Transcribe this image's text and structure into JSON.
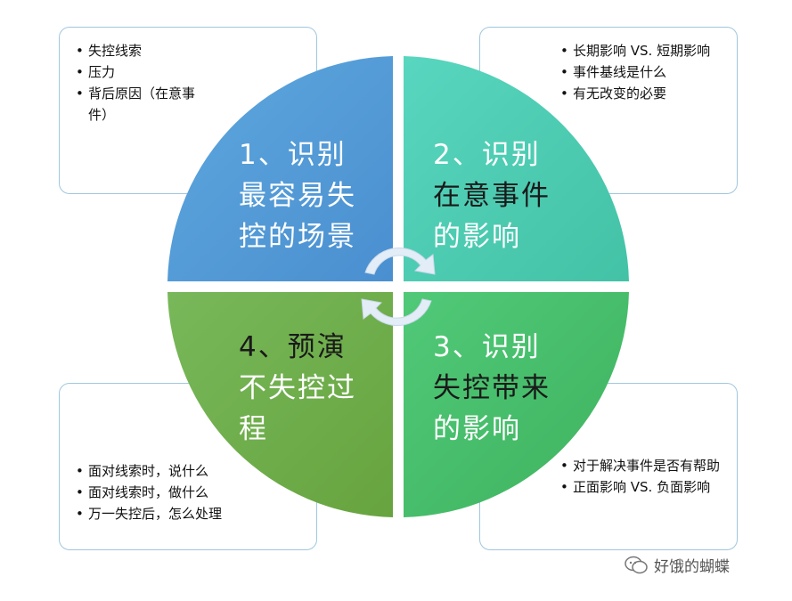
{
  "boxes": {
    "top_left": [
      "失控线索",
      "压力",
      "背后原因（在意事件）"
    ],
    "top_right": [
      "长期影响 VS. 短期影响",
      "事件基线是什么",
      "有无改变的必要"
    ],
    "bottom_left": [
      "面对线索时，说什么",
      "面对线索时，做什么",
      "万一失控后，怎么处理"
    ],
    "bottom_right": [
      "对于解决事件是否有帮助",
      "正面影响 VS. 负面影响"
    ]
  },
  "quadrants": {
    "q1": {
      "lines": [
        "1、识别",
        "最容易失",
        "控的场景"
      ],
      "color": "#5b9bd5"
    },
    "q2": {
      "lines": [
        "2、识别",
        "在意事件",
        "的影响"
      ],
      "color": "#4ec9b0"
    },
    "q3": {
      "lines": [
        "3、识别",
        "失控带来",
        "的影响"
      ],
      "color": "#47bf6a"
    },
    "q4": {
      "lines": [
        "4、预演",
        "不失控过",
        "程"
      ],
      "color": "#70ad47"
    }
  },
  "footer": {
    "label": "好饿的蝴蝶"
  }
}
